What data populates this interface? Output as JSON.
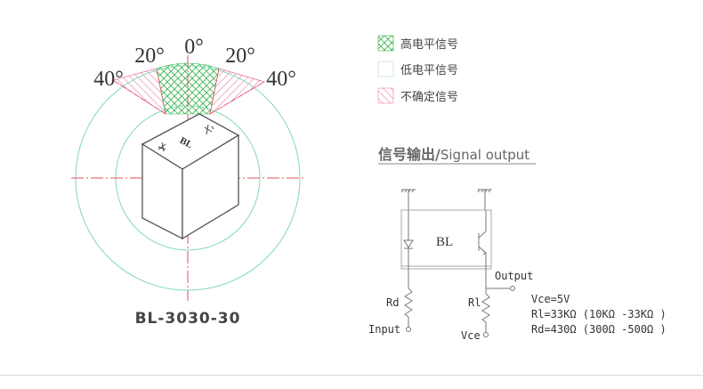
{
  "angles": {
    "center": "0°",
    "left_inner": "20°",
    "right_inner": "20°",
    "left_outer": "40°",
    "right_outer": "40°"
  },
  "device": {
    "label": "BL",
    "part_number": "BL-3030-30"
  },
  "legend": [
    {
      "label": "高电平信号",
      "pattern": "green-crosshatch"
    },
    {
      "label": "低电平信号",
      "pattern": "blank"
    },
    {
      "label": "不确定信号",
      "pattern": "pink-hatch"
    }
  ],
  "output_section": {
    "title_cn": "信号输出/",
    "title_en": "Signal output"
  },
  "circuit": {
    "chip_label": "BL",
    "output_label": "Output",
    "rd_label": "Rd",
    "rl_label": "Rl",
    "input_label": "Input",
    "vce_label": "Vce",
    "spec_vce": "Vce=5V",
    "spec_rl": "Rl=33KΩ (10KΩ -33KΩ )",
    "spec_rd": "Rd=430Ω (300Ω -500Ω )"
  },
  "colors": {
    "green": "#35b34a",
    "pink": "#e0457b",
    "ring": "#7fd9b8",
    "axis": "#e05060",
    "line": "#666666"
  }
}
